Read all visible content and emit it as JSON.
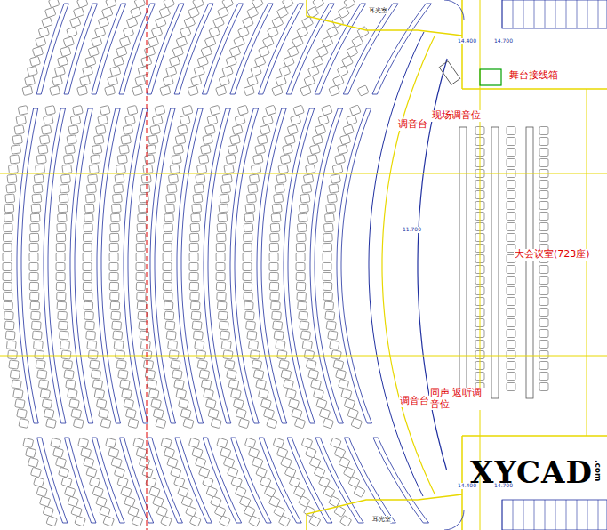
{
  "diagram": {
    "labels": [
      "耳光室",
      "耳光室",
      "舞台接线箱",
      "调音台",
      "现场调音位",
      "调音台",
      "同声 返听调音位",
      "大会议室(723座)",
      "11.700",
      "14.400",
      "14.700",
      "14.400",
      "14.700",
      "XYCAD",
      ".com"
    ]
  }
}
